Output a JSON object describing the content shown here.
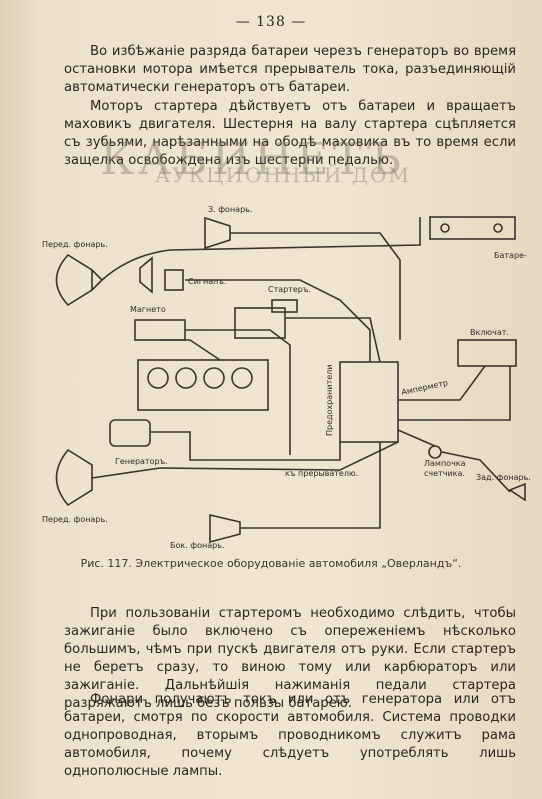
{
  "page": {
    "number": "— 138 —"
  },
  "text": {
    "p1": "Во избѣжаніе разряда батареи черезъ генераторъ во время остановки мотора имѣется прерыватель тока, разъединяющій автоматически генераторъ отъ батареи.",
    "p2": "Моторъ стартера дѣйствуетъ отъ батареи и вращаетъ маховикъ двигателя. Шестерня на валу стартера сцѣпляется съ зубьями, нарѣзанными на ободѣ маховика въ то время если защелка освобождена изъ шестерни педалью.",
    "p3": "При пользованіи стартеромъ необходимо слѣдить, чтобы зажиганіе было включено съ опереженіемъ нѣсколько большимъ, чѣмъ при пускѣ двигателя отъ руки. Если стартеръ не беретъ сразу, то виною тому или карбюраторъ или зажиганіе. Дальнѣйшія нажиманія педали стартера разряжаютъ лишь безъ пользы батарею.",
    "p4": "Фонари получаютъ токъ или отъ генератора или отъ батареи, смотря по скорости автомобиля. Система проводки однопроводная, вторымъ проводникомъ служитъ рама автомобиля, почему слѣдуетъ употреблять лишь однополюсные лампы."
  },
  "watermark": {
    "brand": "КАБИНЕТЪ",
    "subtitle": "АУКЦИОННЫЙ ДОМ"
  },
  "figure": {
    "caption": "Рис. 117. Электрическое оборудованіе автомобиля „Оверландъ“.",
    "labels": {
      "rear_lamp_top": "З. фонарь.",
      "front_lamp_top": "Перед. фонарь.",
      "battery": "Батаре-",
      "signal": "Сигналъ.",
      "starter": "Стартеръ.",
      "magneto": "Магнето",
      "switch": "Включат.",
      "fuses": "Предохранители",
      "ammeter": "Амперметр",
      "generator": "Генераторъ.",
      "breaker": "къ прерывателю.",
      "meter_lamp_1": "Лампочка",
      "meter_lamp_2": "счетчика.",
      "rear_lamp": "Зад. фонарь.",
      "front_lamp_bottom": "Перед. фонарь.",
      "side_lamp": "Бок. фонарь."
    }
  }
}
